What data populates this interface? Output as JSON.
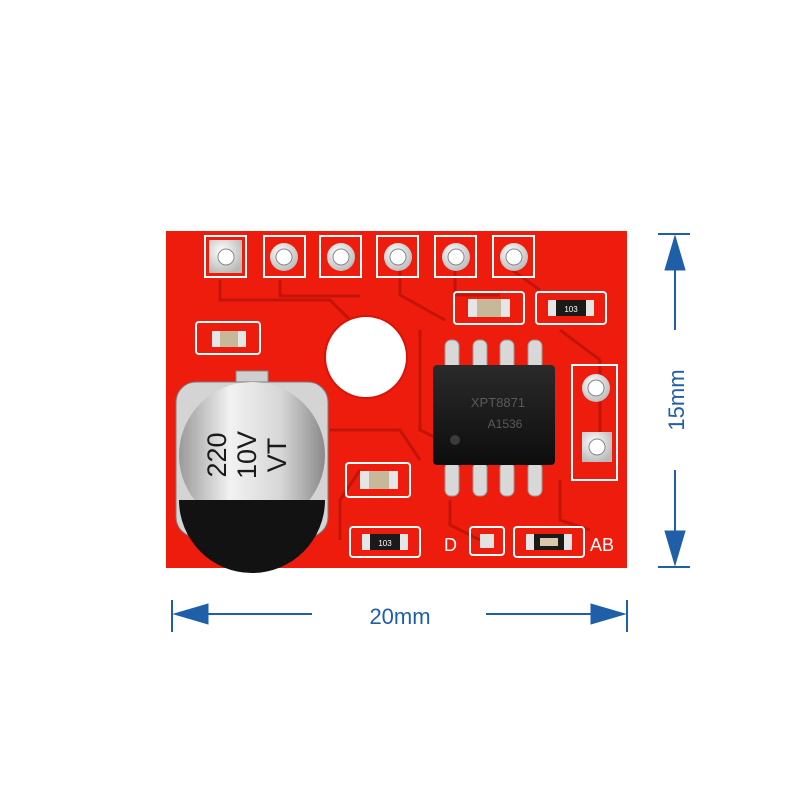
{
  "dimensions": {
    "width_label": "20mm",
    "height_label": "15mm"
  },
  "silkscreen": {
    "mode_d": "D",
    "mode_ab": "AB"
  },
  "capacitor": {
    "value": "220",
    "voltage": "10V",
    "series": "VT"
  },
  "resistors": {
    "r_top_right": "103",
    "r_bottom_left": "103"
  },
  "chip": {
    "line1": "XPT8871",
    "line2": "A1536"
  },
  "colors": {
    "pcb": "#ee1c0c",
    "pcb_trace": "#c21108",
    "pad_silver": "#e2e2e2",
    "dimension_blue": "#1f5fa8"
  }
}
